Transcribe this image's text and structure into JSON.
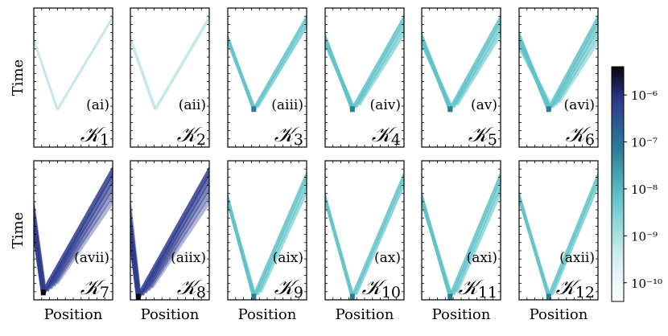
{
  "colors": {
    "low": "#f4fbfb",
    "mid": "#5fc3c8",
    "deep": "#2a7d96",
    "navy": "#2f3c8f",
    "darkest": "#050510",
    "frame": "#000000"
  },
  "chart_data": {
    "type": "heatmap",
    "grid": false,
    "ylabel": "Time",
    "xlabel": "Position",
    "panels": [
      {
        "label": "(ai)",
        "kernel": "𝒦",
        "index": "1"
      },
      {
        "label": "(aii)",
        "kernel": "𝒦",
        "index": "2"
      },
      {
        "label": "(aiii)",
        "kernel": "𝒦",
        "index": "3"
      },
      {
        "label": "(aiv)",
        "kernel": "𝒦",
        "index": "4"
      },
      {
        "label": "(av)",
        "kernel": "𝒦",
        "index": "5"
      },
      {
        "label": "(avi)",
        "kernel": "𝒦",
        "index": "6"
      },
      {
        "label": "(avii)",
        "kernel": "𝒦",
        "index": "7"
      },
      {
        "label": "(aiix)",
        "kernel": "𝒦",
        "index": "8"
      },
      {
        "label": "(aix)",
        "kernel": "𝒦",
        "index": "9"
      },
      {
        "label": "(ax)",
        "kernel": "𝒦",
        "index": "10"
      },
      {
        "label": "(axi)",
        "kernel": "𝒦",
        "index": "11"
      },
      {
        "label": "(axii)",
        "kernel": "𝒦",
        "index": "12"
      }
    ],
    "colorbar": {
      "scale": "log",
      "range": [
        4e-11,
        4e-06
      ],
      "ticks": [
        {
          "value": 1e-06,
          "label": "10⁻⁶"
        },
        {
          "value": 1e-07,
          "label": "10⁻⁷"
        },
        {
          "value": 1e-08,
          "label": "10⁻⁸"
        },
        {
          "value": 1e-09,
          "label": "10⁻⁹"
        },
        {
          "value": 1e-10,
          "label": "10⁻¹⁰"
        }
      ]
    }
  }
}
